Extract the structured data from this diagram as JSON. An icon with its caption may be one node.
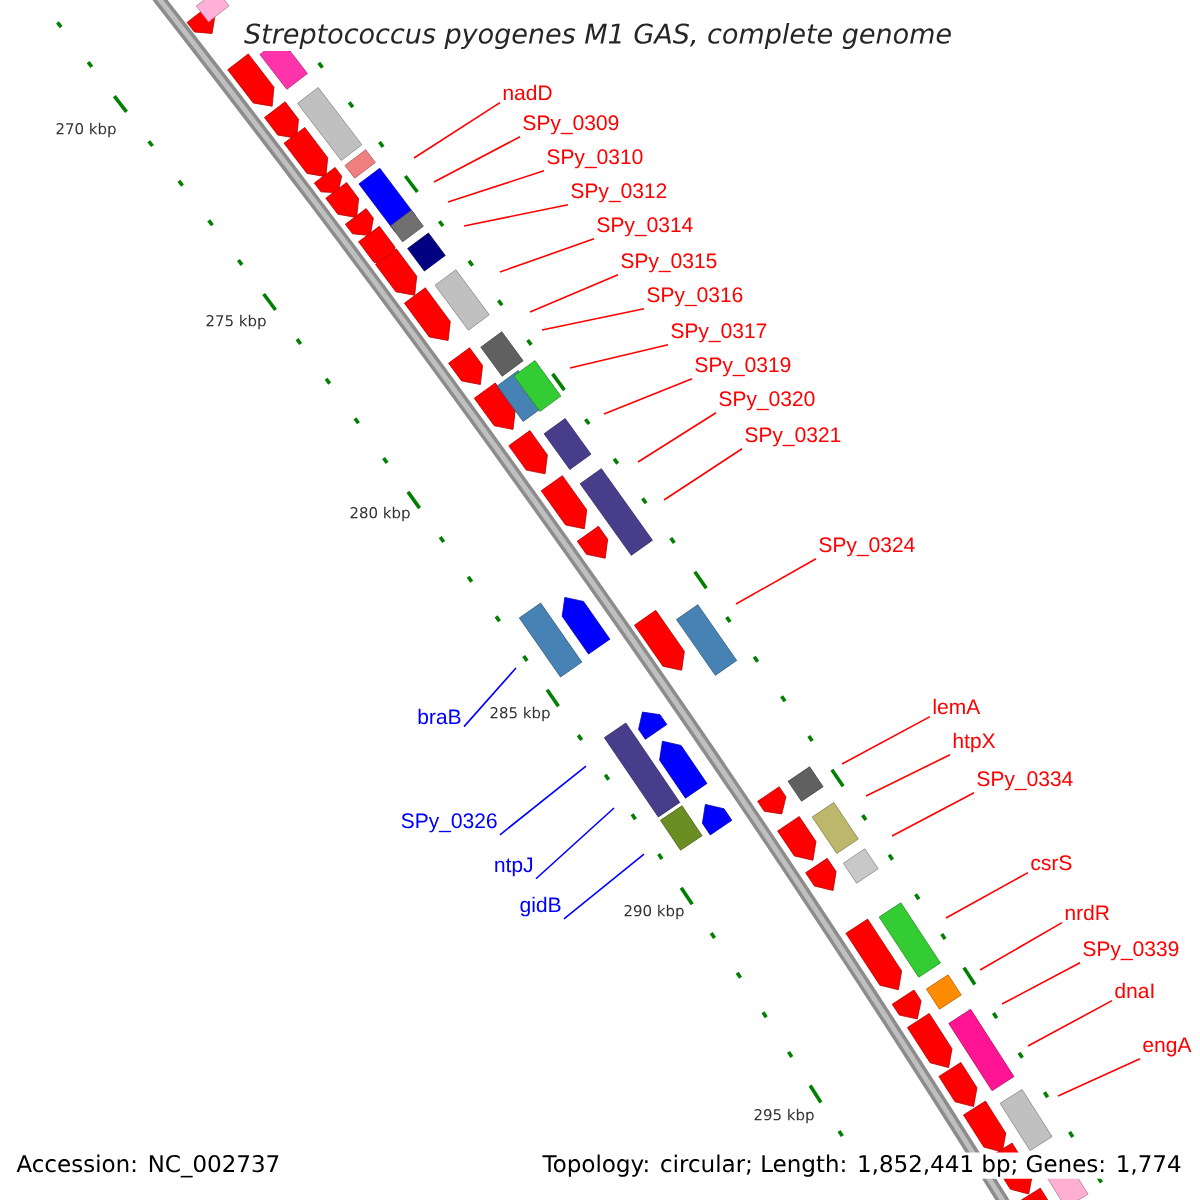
{
  "diagram": {
    "title": "Streptococcus pyogenes M1 GAS, complete genome",
    "nodes": [
      {
        "text": [
          "nadD"
        ]
      },
      {
        "text": [
          "SPy_0309"
        ]
      },
      {
        "text": [
          "SPy_0310"
        ]
      },
      {
        "text": [
          "SPy_0312"
        ]
      },
      {
        "text": [
          "SPy_0314"
        ]
      },
      {
        "text": [
          "SPy_0315"
        ]
      },
      {
        "text": [
          "SPy_0316"
        ]
      },
      {
        "text": [
          "SPy_0317"
        ]
      },
      {
        "text": [
          "SPy_0319"
        ]
      },
      {
        "text": [
          "SPy_0320"
        ]
      },
      {
        "text": [
          "SPy_0321"
        ]
      },
      {
        "text": [
          "SPy_0324"
        ]
      },
      {
        "text": [
          "lemA"
        ]
      },
      {
        "text": [
          "braB"
        ]
      },
      {
        "text": [
          "htpX"
        ]
      },
      {
        "text": [
          "SPy_0334"
        ]
      },
      {
        "text": [
          "SPy_0326"
        ]
      },
      {
        "text": [
          "csrS"
        ]
      },
      {
        "text": [
          "ntpJ"
        ]
      },
      {
        "text": [
          "gidB"
        ]
      },
      {
        "text": [
          "nrdR"
        ]
      },
      {
        "text": [
          "SPy_0339"
        ]
      },
      {
        "text": [
          "dnaI"
        ]
      },
      {
        "text": [
          "engA"
        ]
      }
    ],
    "edges": [
      {
        "from": 0,
        "to": null,
        "arrow": "none"
      },
      {
        "from": 1,
        "to": null,
        "arrow": "none"
      },
      {
        "from": 2,
        "to": null,
        "arrow": "none"
      },
      {
        "from": 3,
        "to": null,
        "arrow": "none"
      },
      {
        "from": 4,
        "to": null,
        "arrow": "none"
      },
      {
        "from": 5,
        "to": null,
        "arrow": "none"
      },
      {
        "from": 6,
        "to": null,
        "arrow": "none"
      },
      {
        "from": 7,
        "to": null,
        "arrow": "none"
      },
      {
        "from": 8,
        "to": null,
        "arrow": "none"
      },
      {
        "from": 9,
        "to": null,
        "arrow": "none"
      },
      {
        "from": 10,
        "to": null,
        "arrow": "none"
      },
      {
        "from": 11,
        "to": null,
        "arrow": "none"
      },
      {
        "from": 12,
        "to": null,
        "arrow": "none"
      },
      {
        "from": 13,
        "to": null,
        "arrow": "none",
        "color": "#0000ff"
      },
      {
        "from": 14,
        "to": null,
        "arrow": "none"
      },
      {
        "from": 15,
        "to": null,
        "arrow": "none"
      },
      {
        "from": 16,
        "to": null,
        "arrow": "none",
        "color": "#0000ff"
      },
      {
        "from": 17,
        "to": null,
        "arrow": "none"
      },
      {
        "from": 18,
        "to": null,
        "arrow": "none",
        "color": "#0000ff"
      },
      {
        "from": 19,
        "to": null,
        "arrow": "none",
        "color": "#0000ff"
      },
      {
        "from": 20,
        "to": null,
        "arrow": "none"
      },
      {
        "from": 21,
        "to": null,
        "arrow": "none"
      },
      {
        "from": 22,
        "to": null,
        "arrow": "none"
      },
      {
        "from": 23,
        "to": null,
        "arrow": "none"
      }
    ],
    "labels": [
      "270 kbp",
      "275 kbp",
      "280 kbp",
      "285 kbp",
      "290 kbp",
      "295 kbp",
      "Accession: NC_002737",
      "Topology: circular; Length: 1,852,441 bp; Genes: 1,774"
    ]
  }
}
